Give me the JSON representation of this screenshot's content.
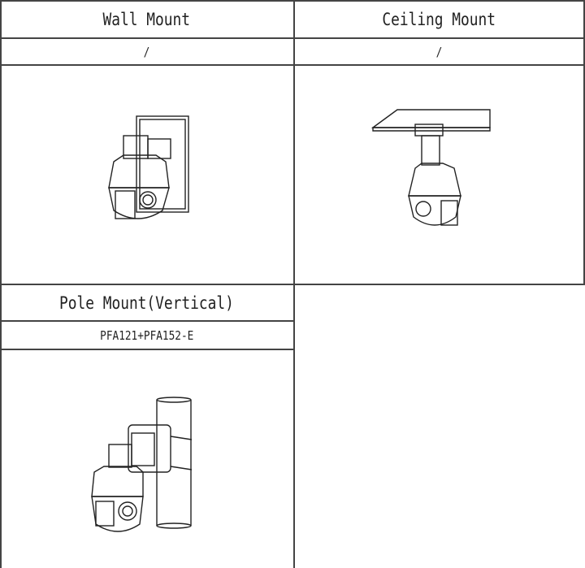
{
  "cells": [
    {
      "title": "Wall Mount",
      "accessory": "/",
      "icon": "wall-mount-drawing"
    },
    {
      "title": "Ceiling Mount",
      "accessory": "/",
      "icon": "ceiling-mount-drawing"
    },
    {
      "title": "Pole Mount(Vertical)",
      "accessory": "PFA121+PFA152-E",
      "icon": "pole-mount-drawing"
    }
  ]
}
